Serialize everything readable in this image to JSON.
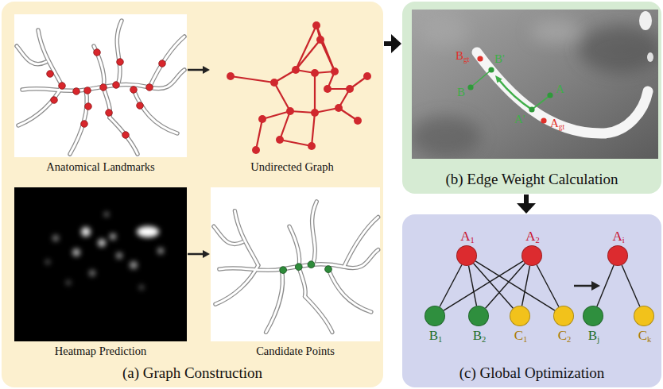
{
  "diagram": {
    "nodes": [
      {
        "text": [
          "(a) Graph Construction"
        ]
      },
      {
        "text": [
          "Anatomical Landmarks"
        ],
        "in": 0
      },
      {
        "text": [
          "Undirected Graph"
        ],
        "in": 0
      },
      {
        "text": [
          "Heatmap Prediction"
        ],
        "in": 0
      },
      {
        "text": [
          "Candidate Points"
        ],
        "in": 0
      },
      {
        "text": [
          "(b) Edge Weight Calculation"
        ]
      },
      {
        "text": [
          "(c) Global Optimization"
        ]
      },
      {
        "text": [
          "A1"
        ],
        "in": 6
      },
      {
        "text": [
          "A2"
        ],
        "in": 6
      },
      {
        "text": [
          "B1"
        ],
        "in": 6
      },
      {
        "text": [
          "B2"
        ],
        "in": 6
      },
      {
        "text": [
          "C1"
        ],
        "in": 6
      },
      {
        "text": [
          "C2"
        ],
        "in": 6
      },
      {
        "text": [
          "Ai"
        ],
        "in": 6
      },
      {
        "text": [
          "Bj"
        ],
        "in": 6
      },
      {
        "text": [
          "Ck"
        ],
        "in": 6
      }
    ],
    "edges": [
      {
        "from": 1,
        "to": 2,
        "arrow": "to"
      },
      {
        "from": 3,
        "to": 4,
        "arrow": "to"
      },
      {
        "from": 0,
        "to": 5,
        "arrow": "to"
      },
      {
        "from": 5,
        "to": 6,
        "arrow": "to"
      },
      {
        "from": 7,
        "to": 9,
        "arrow": "none"
      },
      {
        "from": 7,
        "to": 10,
        "arrow": "none"
      },
      {
        "from": 7,
        "to": 11,
        "arrow": "none"
      },
      {
        "from": 7,
        "to": 12,
        "arrow": "none"
      },
      {
        "from": 8,
        "to": 9,
        "arrow": "none"
      },
      {
        "from": 8,
        "to": 10,
        "arrow": "none"
      },
      {
        "from": 8,
        "to": 11,
        "arrow": "none"
      },
      {
        "from": 8,
        "to": 12,
        "arrow": "none"
      },
      {
        "from": 13,
        "to": 14,
        "arrow": "none"
      },
      {
        "from": 13,
        "to": 15,
        "arrow": "none"
      }
    ],
    "labels": [
      "Bgt",
      "B'",
      "B",
      "A",
      "A'",
      "Agt"
    ]
  }
}
